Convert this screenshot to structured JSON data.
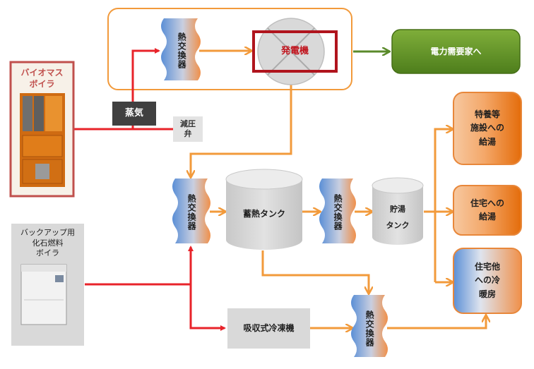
{
  "colors": {
    "steam_line": "#e8232a",
    "heat_line": "#f29a3b",
    "power_line": "#5a8a2a",
    "biomass_border": "#c0504d",
    "biomass_fill": "#e46c0a",
    "exchanger_blue": "#5b8fd6",
    "exchanger_orange": "#f0904a",
    "tank_gray": "#d4d4d4",
    "demand_green": "#5f8f23",
    "generator_border": "#b0141d",
    "gray_box": "#d9d9d9"
  },
  "labels": {
    "biomass_boiler": "バイオマス\nボイラ",
    "steam": "蒸気",
    "pressure_valve": "減圧\n弁",
    "hx_top": "熱交換器",
    "generator": "発電機",
    "power_demand": "電力需要家へ",
    "hx_left": "熱交換器",
    "storage_tank": "蓄熱タンク",
    "hx_middle": "熱交換器",
    "hot_water_tank": "貯湯\n\nタンク",
    "facility_supply": "特養等\n施設への\n給湯",
    "housing_supply": "住宅への\n給湯",
    "housing_hvac": "住宅他\nへの冷\n暖房",
    "backup_boiler": "バックアップ用\n化石燃料\nボイラ",
    "absorption_chiller": "吸収式冷凍機",
    "hx_bottom": "熱交換器"
  },
  "icons": {
    "biomass_boiler_image": "industrial-boiler",
    "backup_boiler_image": "boiler-cabinet",
    "generator_cross": "generator-x-symbol"
  }
}
